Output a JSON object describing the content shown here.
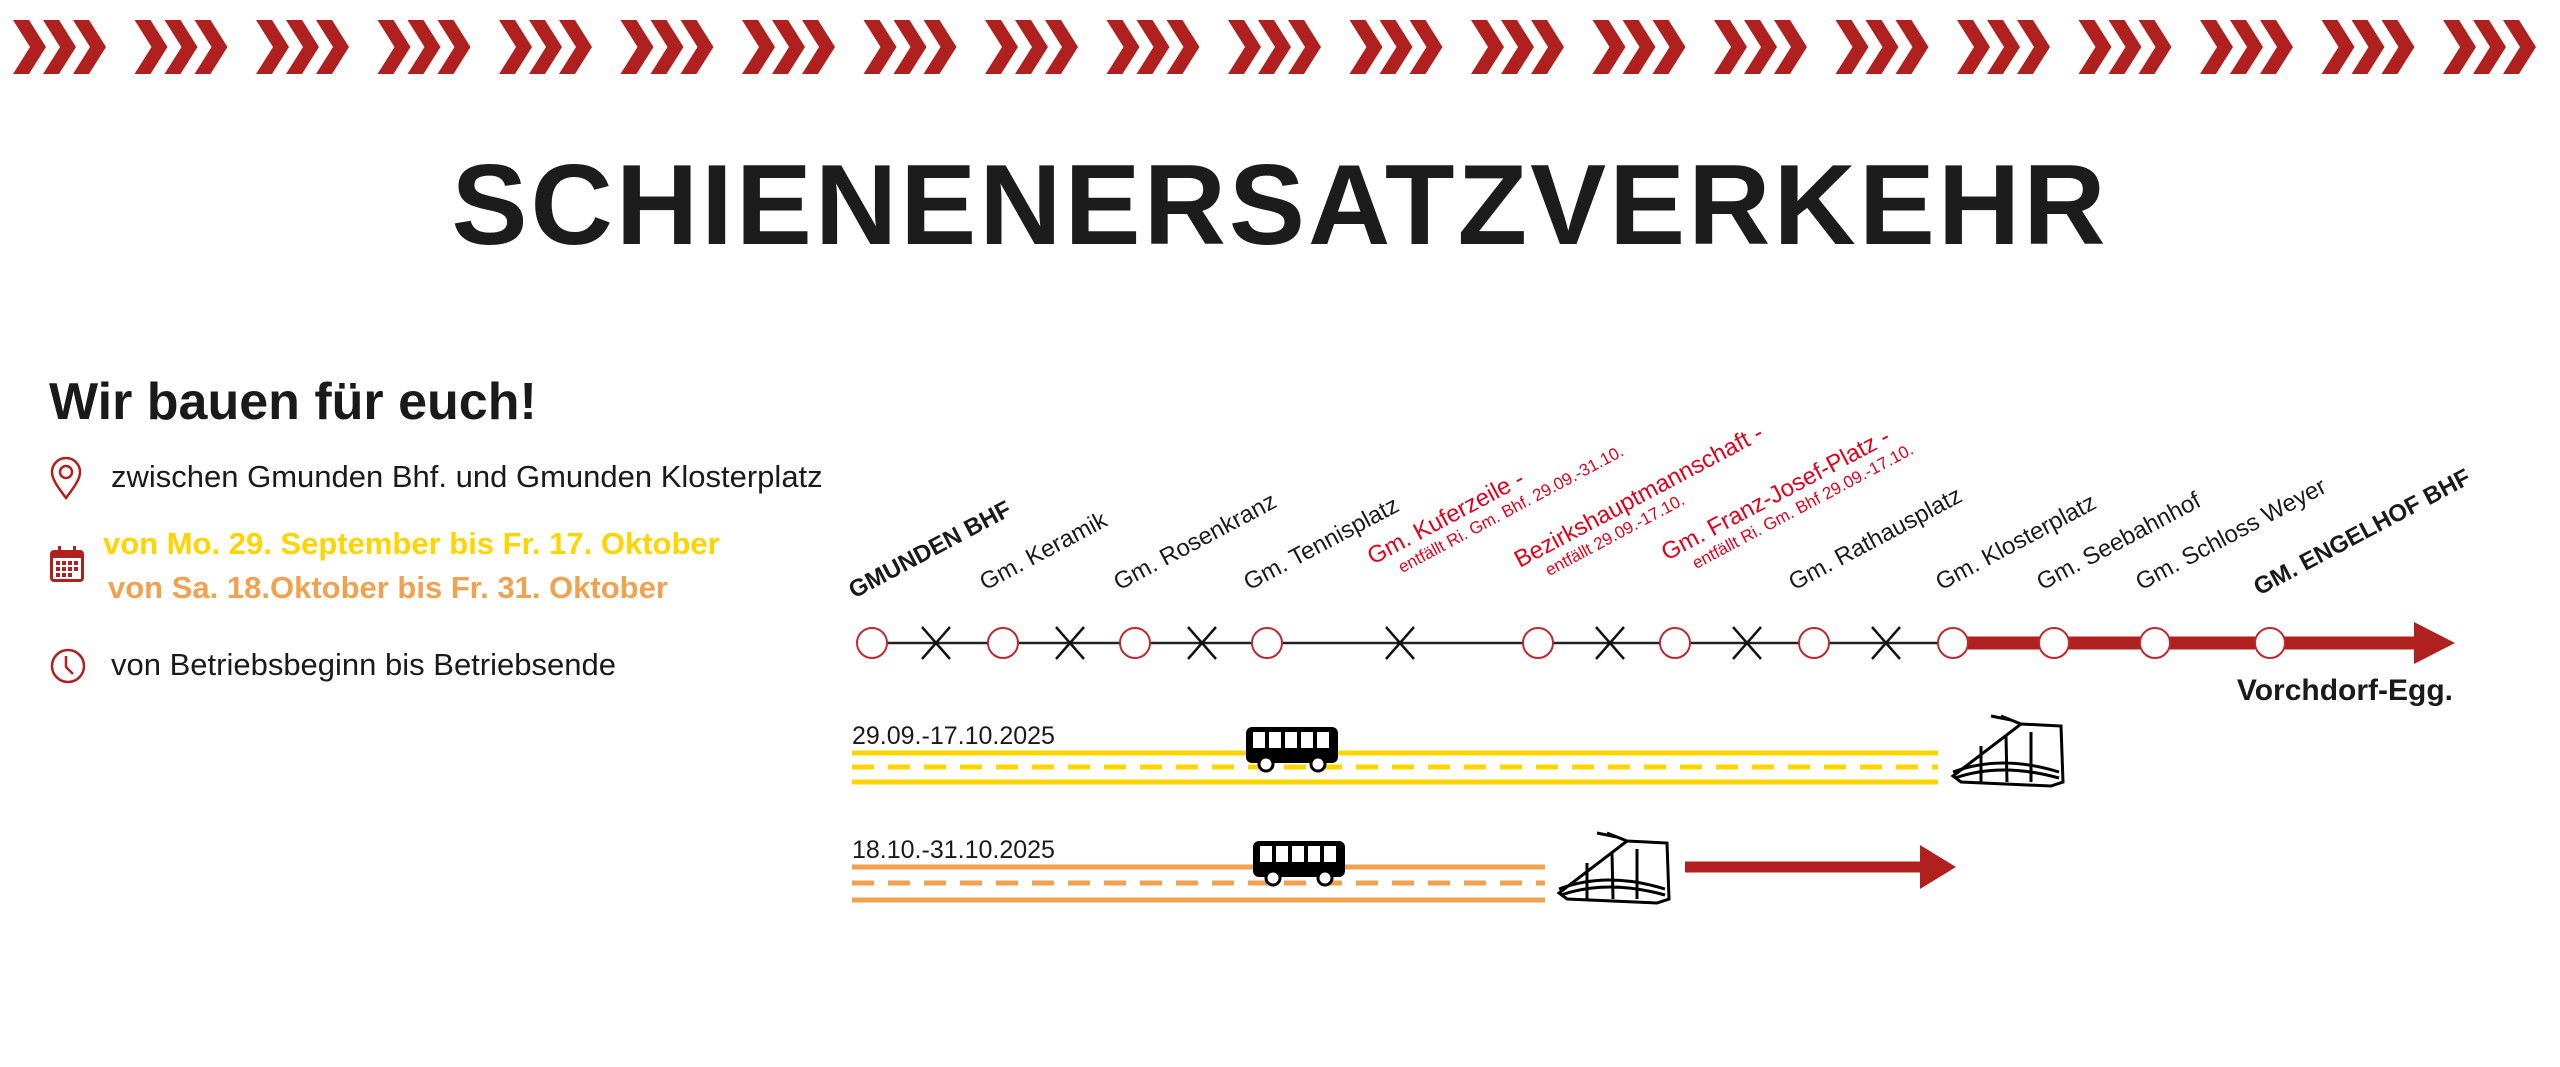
{
  "header": {
    "title": "SCHIENENERSATZVERKEHR"
  },
  "info": {
    "heading": "Wir bauen für euch!",
    "location": "zwischen Gmunden Bhf. und Gmunden Klosterplatz",
    "period_1": "von Mo. 29. September bis Fr. 17. Oktober",
    "period_2": "von Sa. 18.Oktober bis Fr. 31. Oktober",
    "hours": "von Betriebsbeginn bis Betriebsende"
  },
  "route": {
    "stops": [
      {
        "label": "GMUNDEN BHF",
        "bold": true
      },
      {
        "label": "Gm. Keramik"
      },
      {
        "label": "Gm. Rosenkranz"
      },
      {
        "label": "Gm. Tennisplatz"
      },
      {
        "label": "Gm. Kuferzeile -",
        "sub": "entfällt Ri. Gm. Bhf. 29.09.-31.10.",
        "closed": true
      },
      {
        "label": "Bezirkshauptmannschaft -",
        "sub": "entfällt 29.09.-17.10.",
        "closed": true
      },
      {
        "label": "Gm. Franz-Josef-Platz -",
        "sub": "entfällt Ri. Gm. Bhf 29.09.-17.10.",
        "closed": true
      },
      {
        "label": "Gm. Rathausplatz"
      },
      {
        "label": "Gm. Klosterplatz"
      },
      {
        "label": "Gm. Seebahnhof"
      },
      {
        "label": "Gm. Schloss Weyer"
      },
      {
        "label": "GM. ENGELHOF BHF",
        "bold": true
      }
    ],
    "destination": "Vorchdorf-Egg."
  },
  "lanes": [
    {
      "label": "29.09.-17.10.2025"
    },
    {
      "label": "18.10.-31.10.2025"
    }
  ],
  "colors": {
    "red": "#b0201f",
    "closed_red": "#e3001b",
    "yellow": "#ffd400",
    "orange": "#f0a250"
  }
}
